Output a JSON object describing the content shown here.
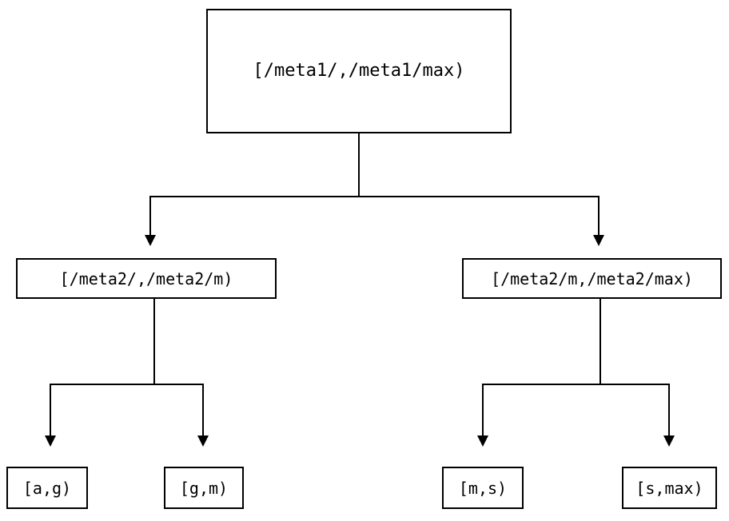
{
  "diagram": {
    "type": "tree",
    "title": "",
    "orientation": "top-down",
    "style": {
      "background": "#ffffff",
      "node_fill": "#ffffff",
      "node_border": "#000000",
      "edge_color": "#000000",
      "text_color": "#000000"
    },
    "nodes": {
      "root": {
        "id": "root",
        "label": "[/meta1/,/meta1/max)",
        "level": 0
      },
      "mid_left": {
        "id": "mid_left",
        "label": "[/meta2/,/meta2/m)",
        "level": 1
      },
      "mid_right": {
        "id": "mid_right",
        "label": "[/meta2/m,/meta2/max)",
        "level": 1
      },
      "leaf_ag": {
        "id": "leaf_ag",
        "label": "[a,g)",
        "level": 2
      },
      "leaf_gm": {
        "id": "leaf_gm",
        "label": "[g,m)",
        "level": 2
      },
      "leaf_ms": {
        "id": "leaf_ms",
        "label": "[m,s)",
        "level": 2
      },
      "leaf_smax": {
        "id": "leaf_smax",
        "label": "[s,max)",
        "level": 2
      }
    },
    "edges": [
      {
        "from": "root",
        "to": "mid_left",
        "arrow": "triangle-down"
      },
      {
        "from": "root",
        "to": "mid_right",
        "arrow": "triangle-down"
      },
      {
        "from": "mid_left",
        "to": "leaf_ag",
        "arrow": "triangle-down"
      },
      {
        "from": "mid_left",
        "to": "leaf_gm",
        "arrow": "triangle-down"
      },
      {
        "from": "mid_right",
        "to": "leaf_ms",
        "arrow": "triangle-down"
      },
      {
        "from": "mid_right",
        "to": "leaf_smax",
        "arrow": "triangle-down"
      }
    ]
  }
}
